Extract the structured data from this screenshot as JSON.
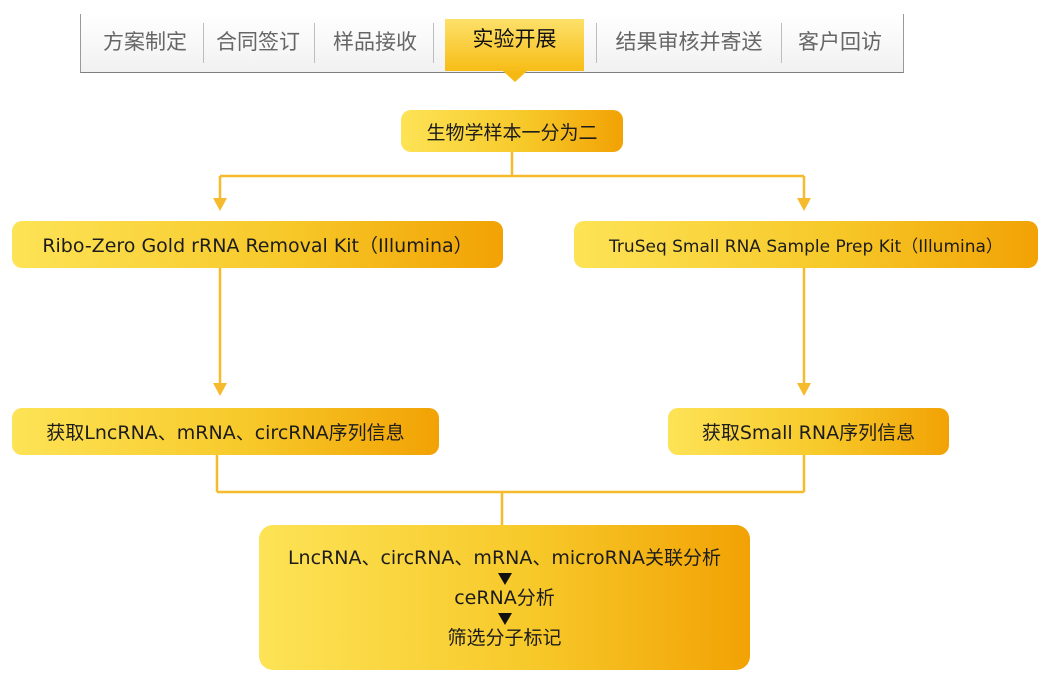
{
  "nav": {
    "steps": [
      "方案制定",
      "合同签订",
      "样品接收",
      "实验开展",
      "结果审核并寄送",
      "客户回访"
    ],
    "active_index": 3
  },
  "flow": {
    "root": "生物学样本一分为二",
    "left_kit": "Ribo-Zero Gold rRNA Removal Kit（Illumina）",
    "right_kit": "TruSeq Small RNA Sample Prep Kit（Illumina）",
    "left_result": "获取LncRNA、mRNA、circRNA序列信息",
    "right_result": "获取Small RNA序列信息",
    "analysis": {
      "step1": "LncRNA、circRNA、mRNA、microRNA关联分析",
      "step2": "ceRNA分析",
      "step3": "筛选分子标记"
    }
  },
  "colors": {
    "box_light": "#fde356",
    "box_dark": "#f2a204",
    "connector": "#f6bb2c",
    "nav_active": "#f7bd17"
  }
}
